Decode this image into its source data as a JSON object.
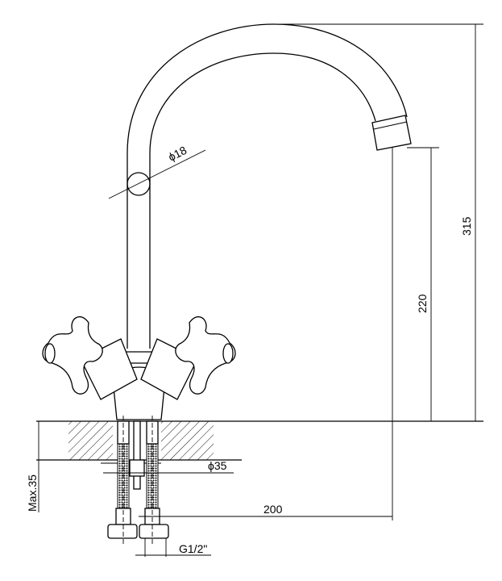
{
  "title": "Faucet technical drawing",
  "dimensions": {
    "pipe_diameter": "ϕ18",
    "total_height": "315",
    "spout_height": "220",
    "spout_reach": "200",
    "mount_hole": "ϕ35",
    "max_thickness": "Max.35",
    "connection": "G1/2\""
  },
  "colors": {
    "line": "#000000",
    "background": "#ffffff"
  }
}
